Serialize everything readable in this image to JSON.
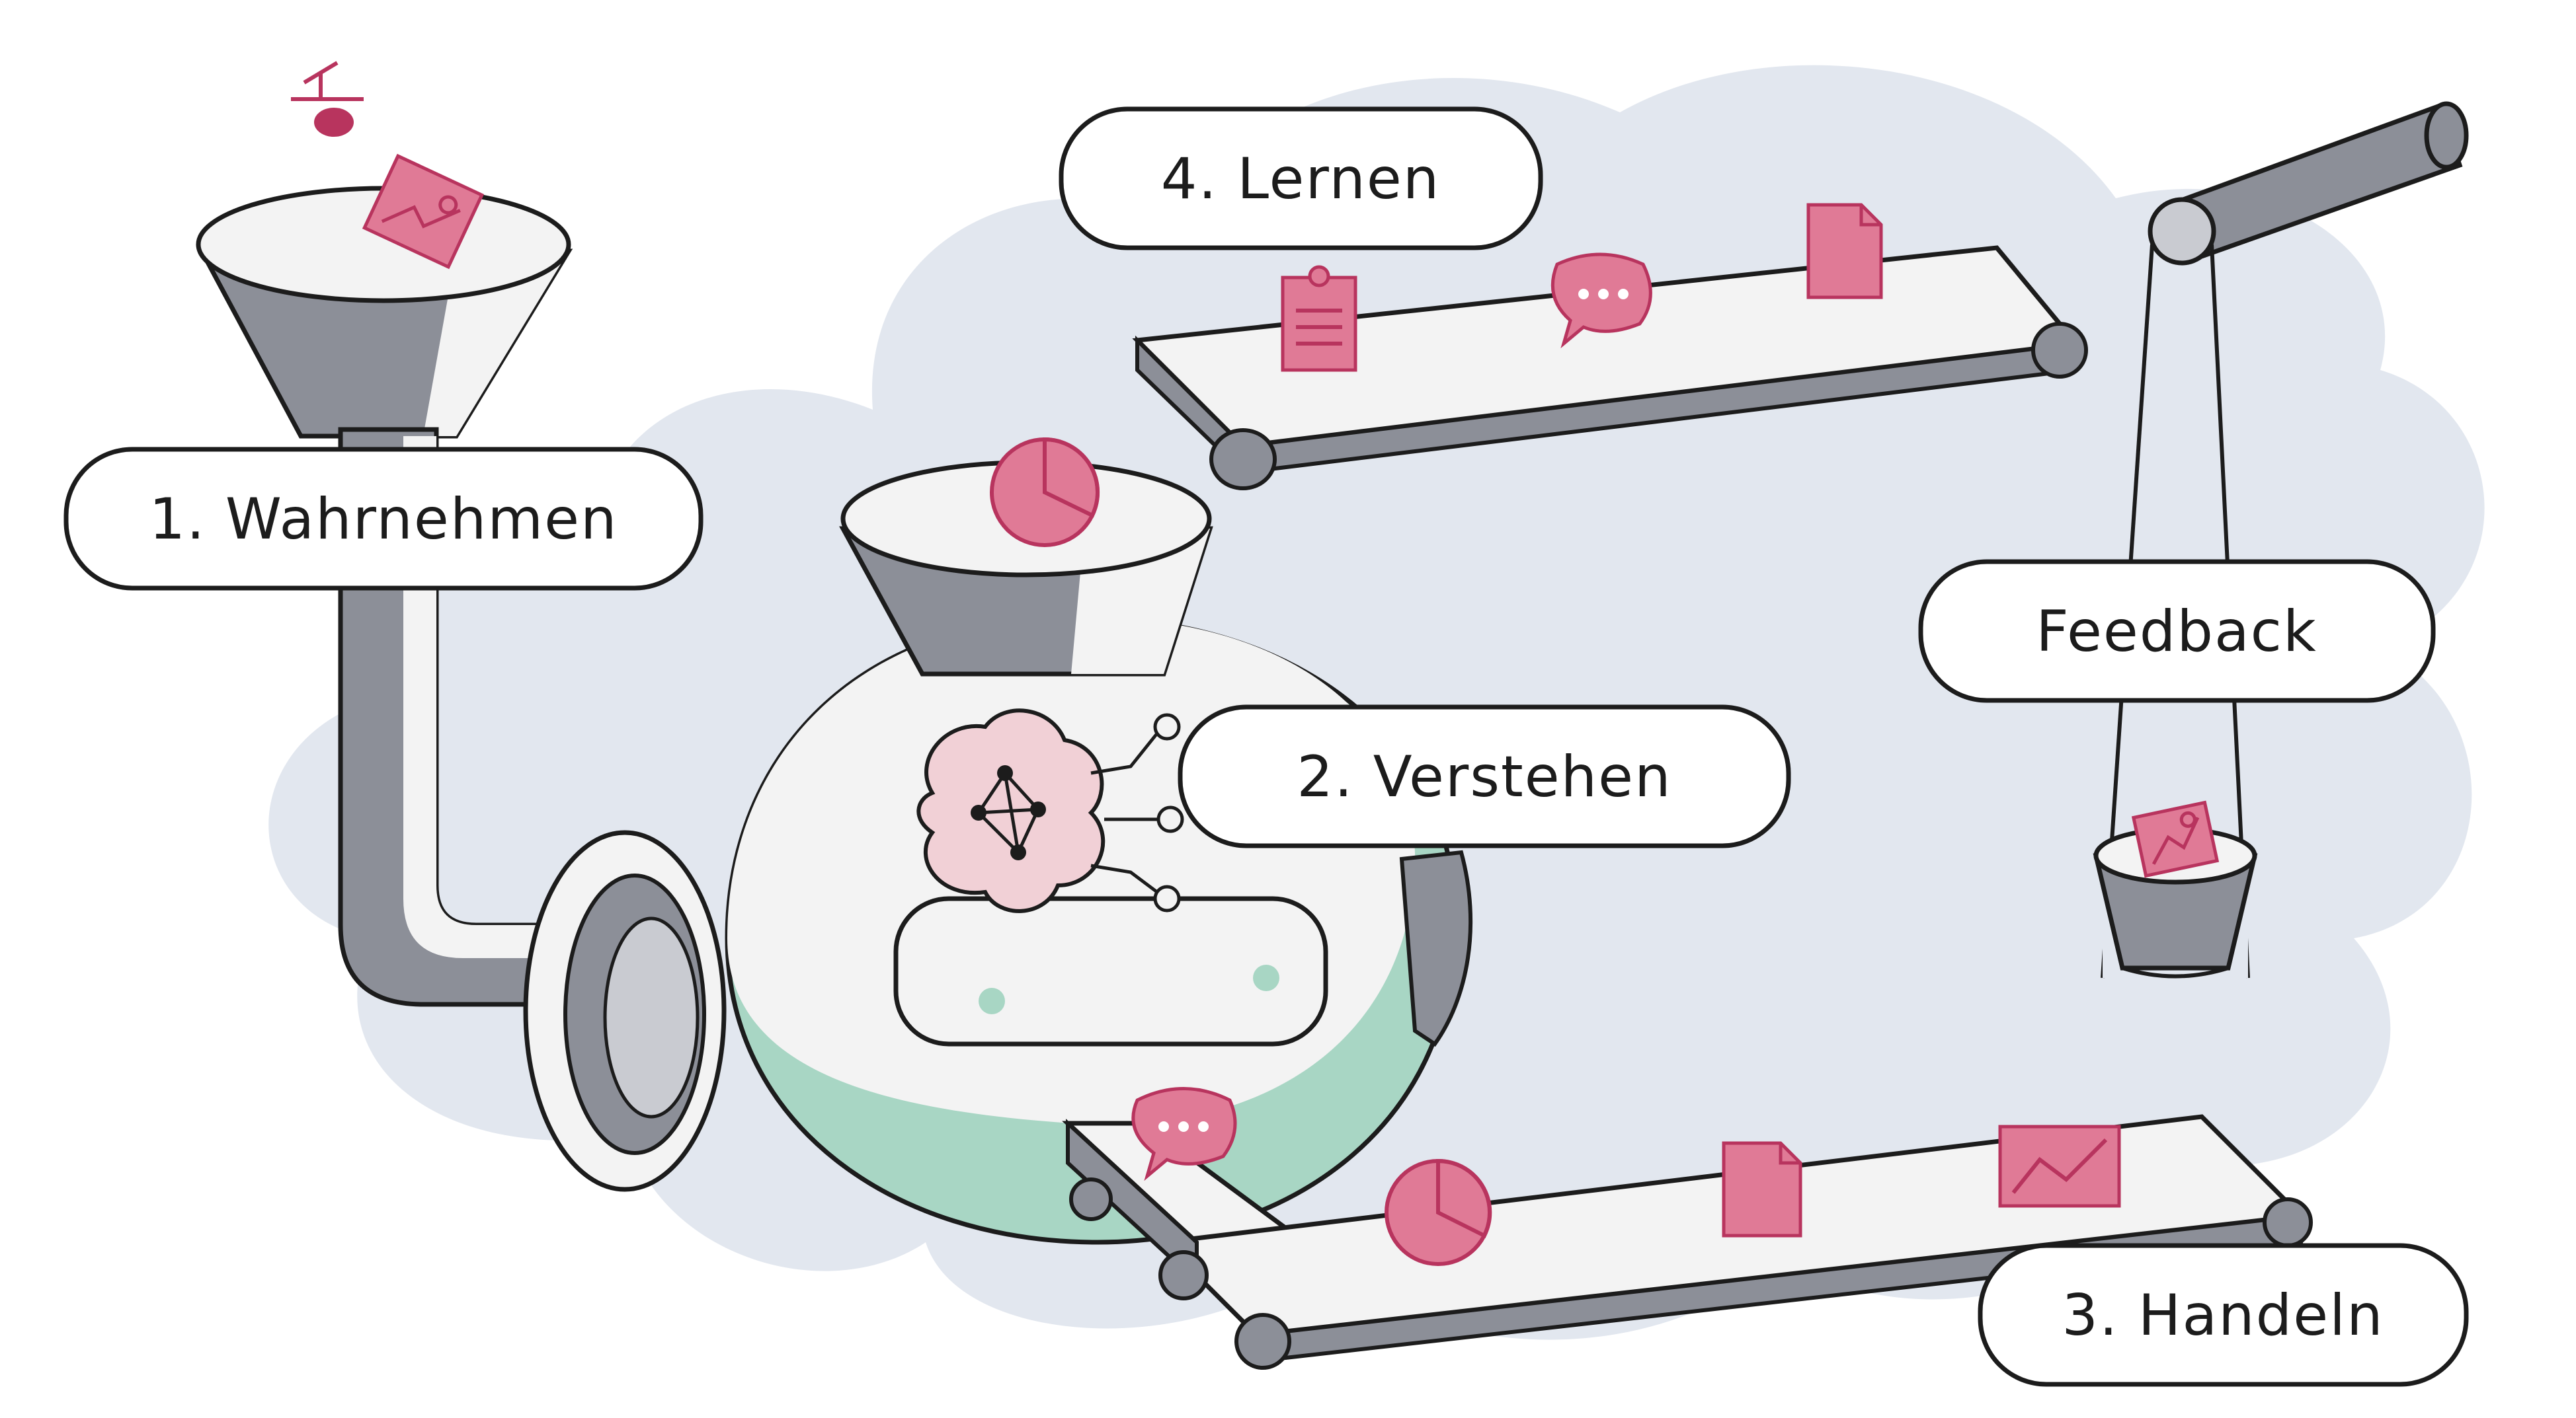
{
  "steps": {
    "step1": "1. Wahrnehmen",
    "step2": "2. Verstehen",
    "step3": "3. Handeln",
    "step4": "4. Lernen",
    "feedback": "Feedback"
  },
  "colors": {
    "cloud": "#e2e7ef",
    "metal_dark": "#8c8f98",
    "metal_light": "#f3f3f3",
    "accent_pink": "#e07a96",
    "accent_pink_dark": "#b8345e",
    "machine_green": "#a8d6c4",
    "brain_pink": "#f1d0d6",
    "outline": "#1c1c1c"
  },
  "icons": {
    "pipeline_items_lernen": [
      "clipboard-icon",
      "chat-bubble-icon",
      "document-icon"
    ],
    "pipeline_items_handeln": [
      "chat-bubble-icon",
      "pie-chart-icon",
      "document-icon",
      "line-chart-icon"
    ],
    "funnel_items": [
      "eye-icon",
      "image-icon"
    ],
    "machine_items": [
      "pie-chart-icon",
      "brain-network-icon"
    ],
    "bucket_items": [
      "image-icon"
    ]
  }
}
